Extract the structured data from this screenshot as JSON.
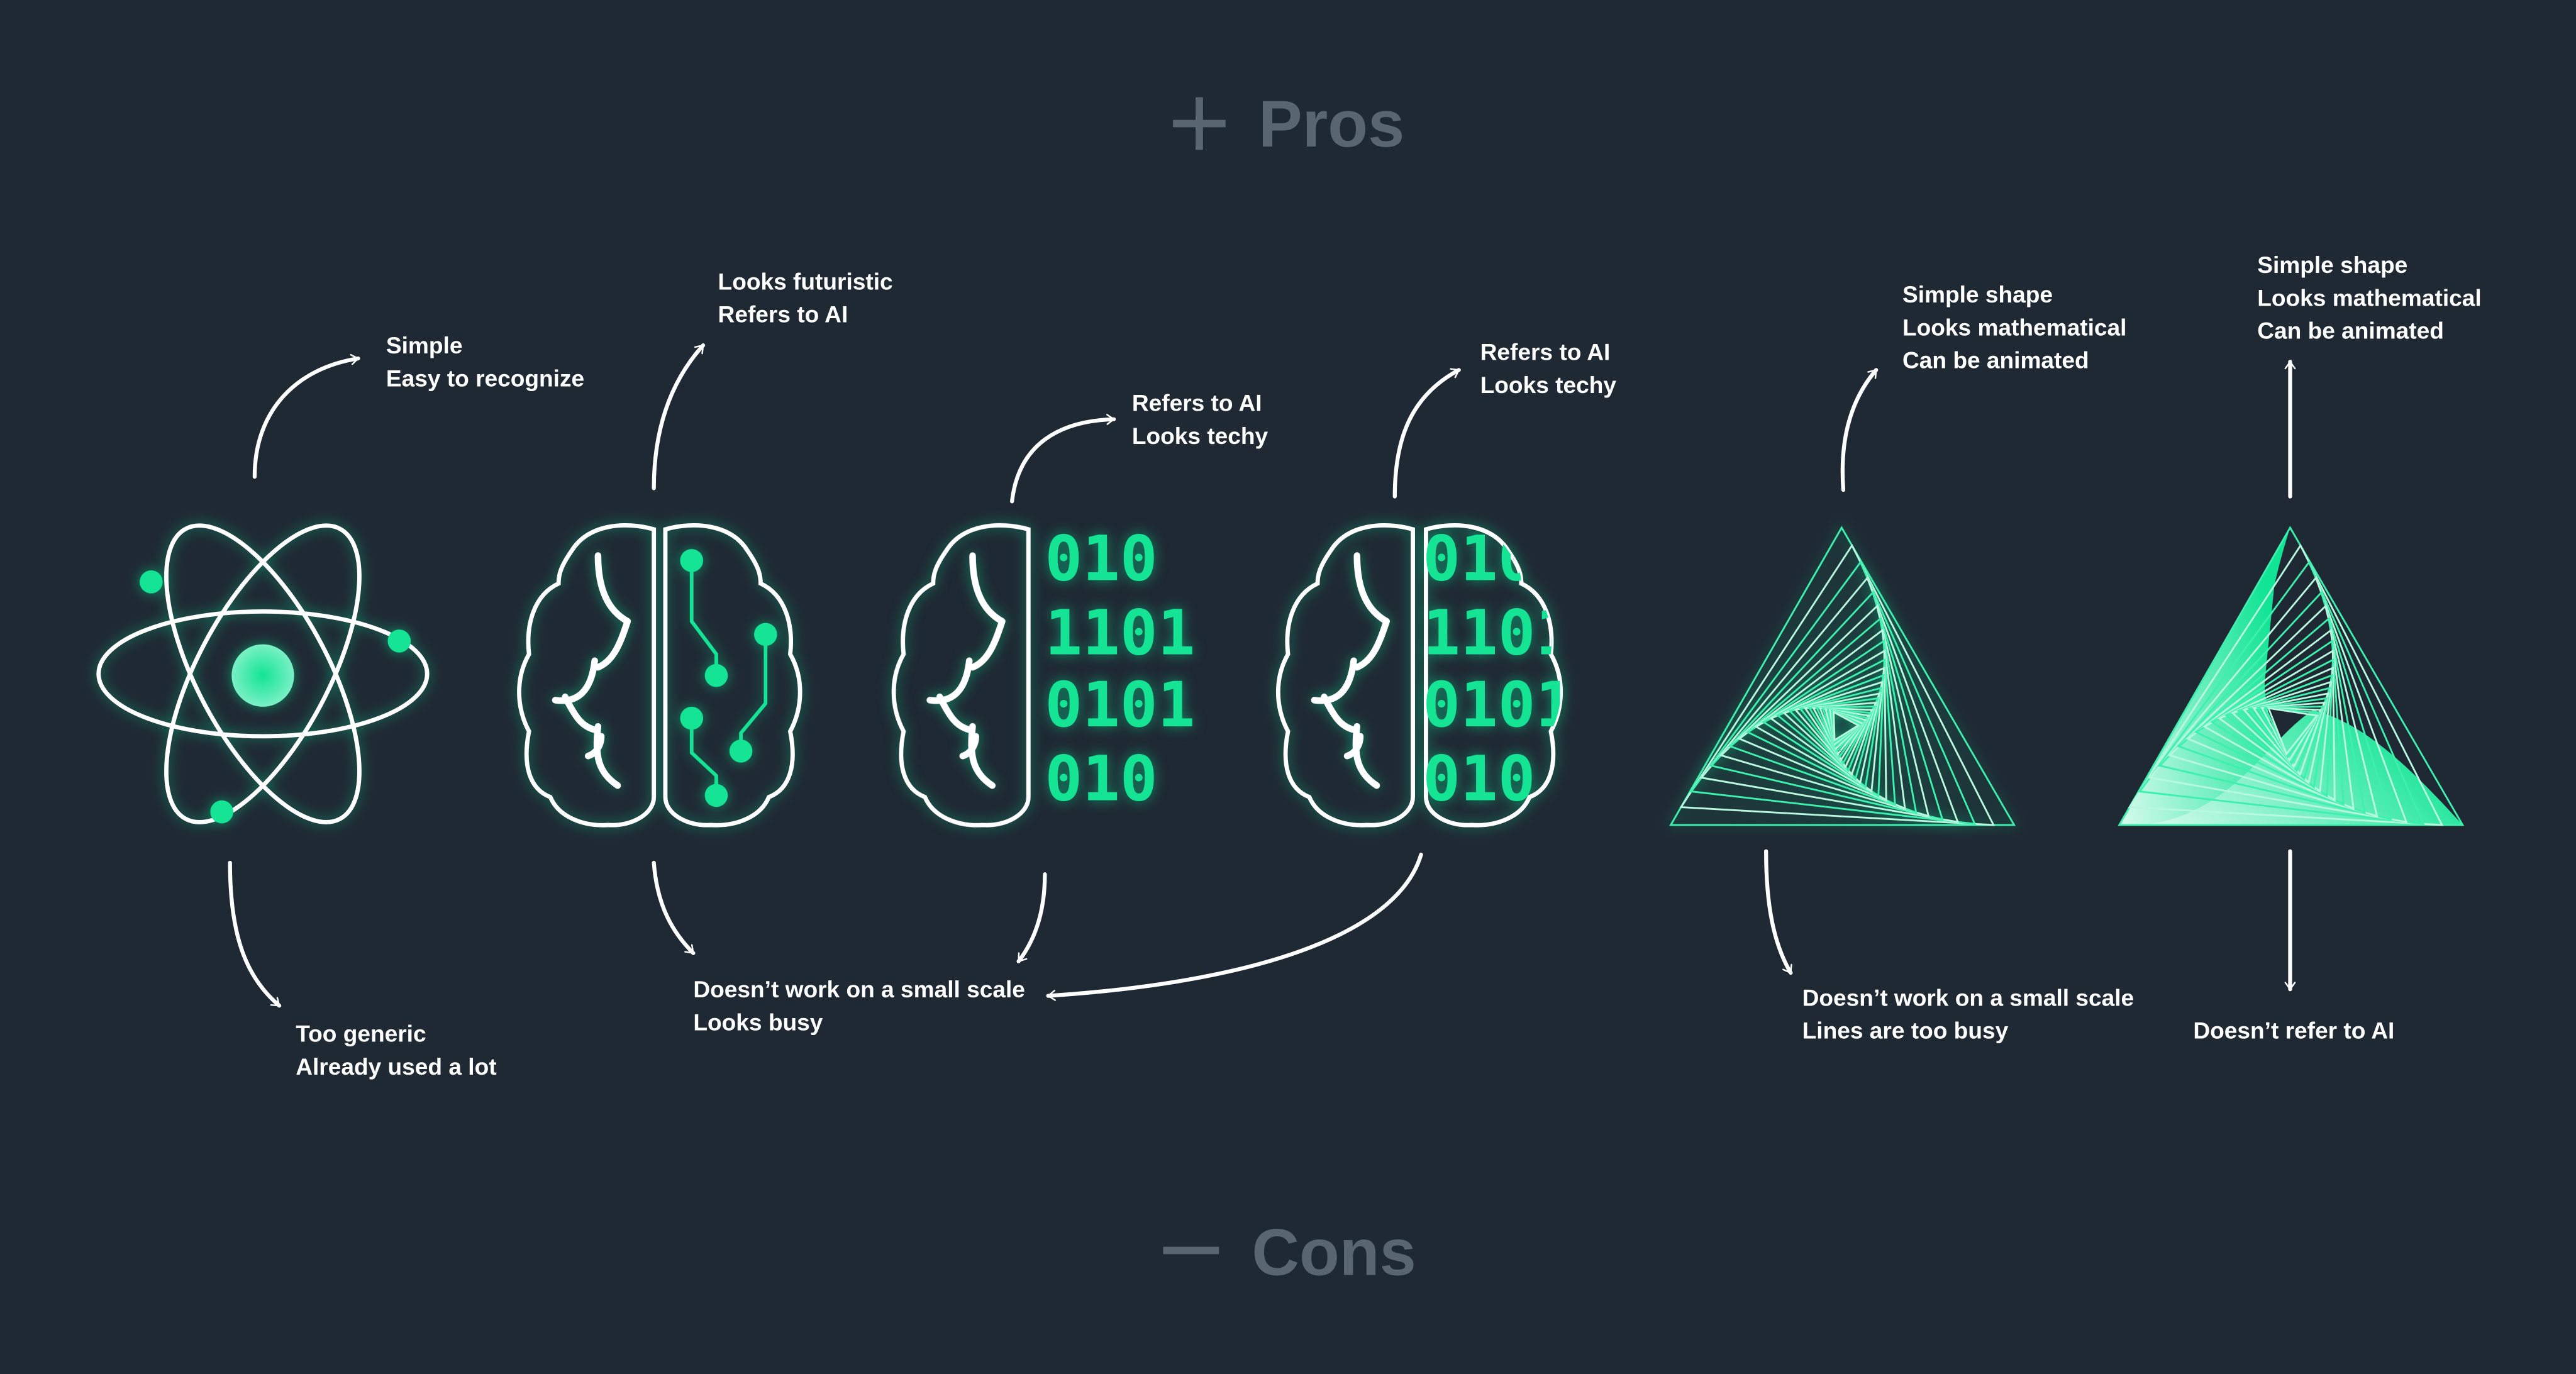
{
  "header": {
    "pros_label": "Pros",
    "pros_icon": "plus-icon"
  },
  "footer": {
    "cons_label": "Cons",
    "cons_icon": "minus-icon"
  },
  "colors": {
    "background": "#1f2933",
    "accent": "#12e495",
    "title": "#59656f",
    "text": "#ffffff"
  },
  "concepts": [
    {
      "name": "atom",
      "pros": [
        "Simple",
        "Easy to recognize"
      ],
      "cons": [
        "Too generic",
        "Already used a lot"
      ]
    },
    {
      "name": "circuit-brain",
      "pros": [
        "Looks futuristic",
        "Refers to AI"
      ]
    },
    {
      "name": "binary-brain",
      "pros": [
        "Refers to AI",
        "Looks techy"
      ],
      "binary": [
        "010",
        "1101",
        "0101",
        "010"
      ]
    },
    {
      "name": "binary-brain-clipped",
      "pros": [
        "Refers to AI",
        "Looks techy"
      ]
    },
    {
      "name": "spiral-triangle",
      "pros": [
        "Simple shape",
        "Looks mathematical",
        "Can be animated"
      ],
      "cons": [
        "Doesn’t work on a small scale",
        "Lines are too busy"
      ]
    },
    {
      "name": "filled-spiral-triangle",
      "pros": [
        "Simple shape",
        "Looks mathematical",
        "Can be animated"
      ],
      "cons": [
        "Doesn’t refer to AI"
      ]
    }
  ],
  "shared_cons": [
    "Doesn’t work on a small scale",
    "Looks busy"
  ]
}
